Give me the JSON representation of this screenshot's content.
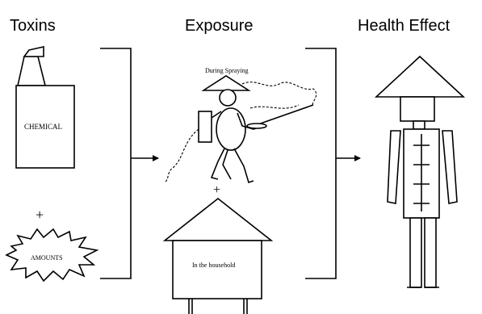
{
  "headers": {
    "toxins": "Toxins",
    "exposure": "Exposure",
    "health_effect": "Health Effect"
  },
  "labels": {
    "chemical": "CHEMICAL",
    "amounts": "AMOUNTS",
    "during_spraying": "During Spraying",
    "household": "In the household",
    "plus_left": "+",
    "plus_center": "+"
  }
}
